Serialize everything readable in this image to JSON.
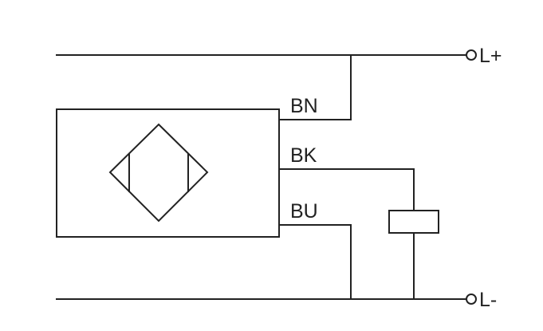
{
  "terminals": {
    "positive": "L+",
    "negative": "L-"
  },
  "wires": {
    "brown": "BN",
    "black": "BK",
    "blue": "BU"
  },
  "colors": {
    "line": "#222222",
    "background": "#ffffff"
  }
}
